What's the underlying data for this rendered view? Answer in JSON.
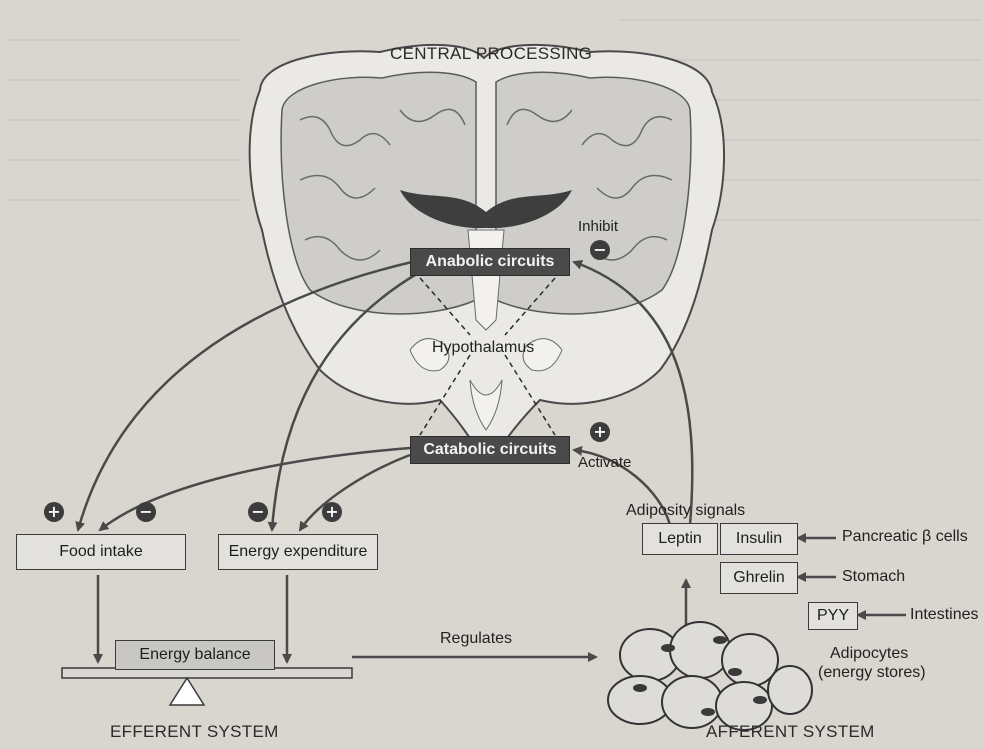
{
  "diagram": {
    "central_label": "CENTRAL PROCESSING",
    "anabolic": "Anabolic circuits",
    "catabolic": "Catabolic circuits",
    "hypothalamus": "Hypothalamus",
    "inhibit": "Inhibit",
    "activate": "Activate",
    "food_intake": "Food intake",
    "energy_expenditure": "Energy expenditure",
    "energy_balance": "Energy balance",
    "regulates": "Regulates",
    "adiposity_signals": "Adiposity signals",
    "leptin": "Leptin",
    "insulin": "Insulin",
    "ghrelin": "Ghrelin",
    "pyy": "PYY",
    "pancreatic": "Pancreatic β cells",
    "stomach": "Stomach",
    "intestines": "Intestines",
    "adipocytes_line1": "Adipocytes",
    "adipocytes_line2": "(energy stores)",
    "efferent": "EFFERENT SYSTEM",
    "afferent": "AFFERENT SYSTEM",
    "plus": "+",
    "minus": "−"
  }
}
